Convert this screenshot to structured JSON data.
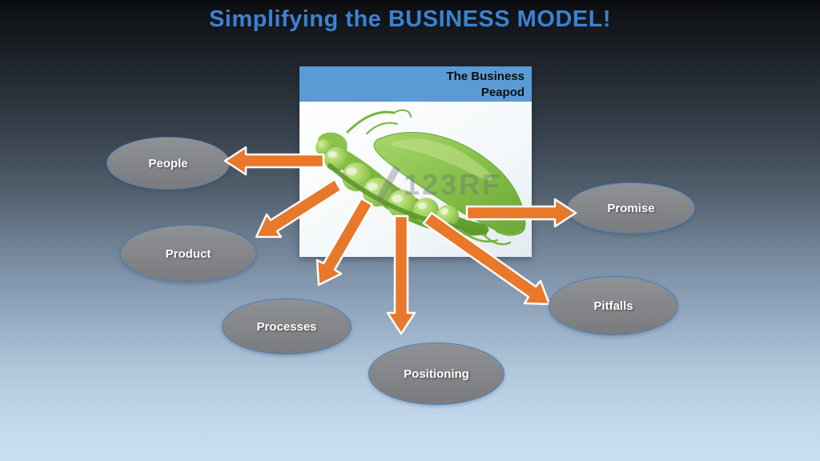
{
  "slide": {
    "title": "Simplifying the BUSINESS MODEL!"
  },
  "peapod_card": {
    "title_line1": "The Business",
    "title_line2": "Peapod",
    "watermark": "123RF"
  },
  "nodes": [
    {
      "id": "people",
      "label": "People"
    },
    {
      "id": "product",
      "label": "Product"
    },
    {
      "id": "processes",
      "label": "Processes"
    },
    {
      "id": "positioning",
      "label": "Positioning"
    },
    {
      "id": "pitfalls",
      "label": "Pitfalls"
    },
    {
      "id": "promise",
      "label": "Promise"
    }
  ],
  "colors": {
    "title_text": "#3b82d1",
    "header_bar": "#5b9bd5",
    "arrow_fill": "#e8782a",
    "arrow_outline": "#ffffff",
    "node_fill": "#85878a",
    "node_border": "#4e7fba",
    "node_text": "#ffffff",
    "background_top": "#0b0d10",
    "background_bottom": "#cbdff3"
  }
}
